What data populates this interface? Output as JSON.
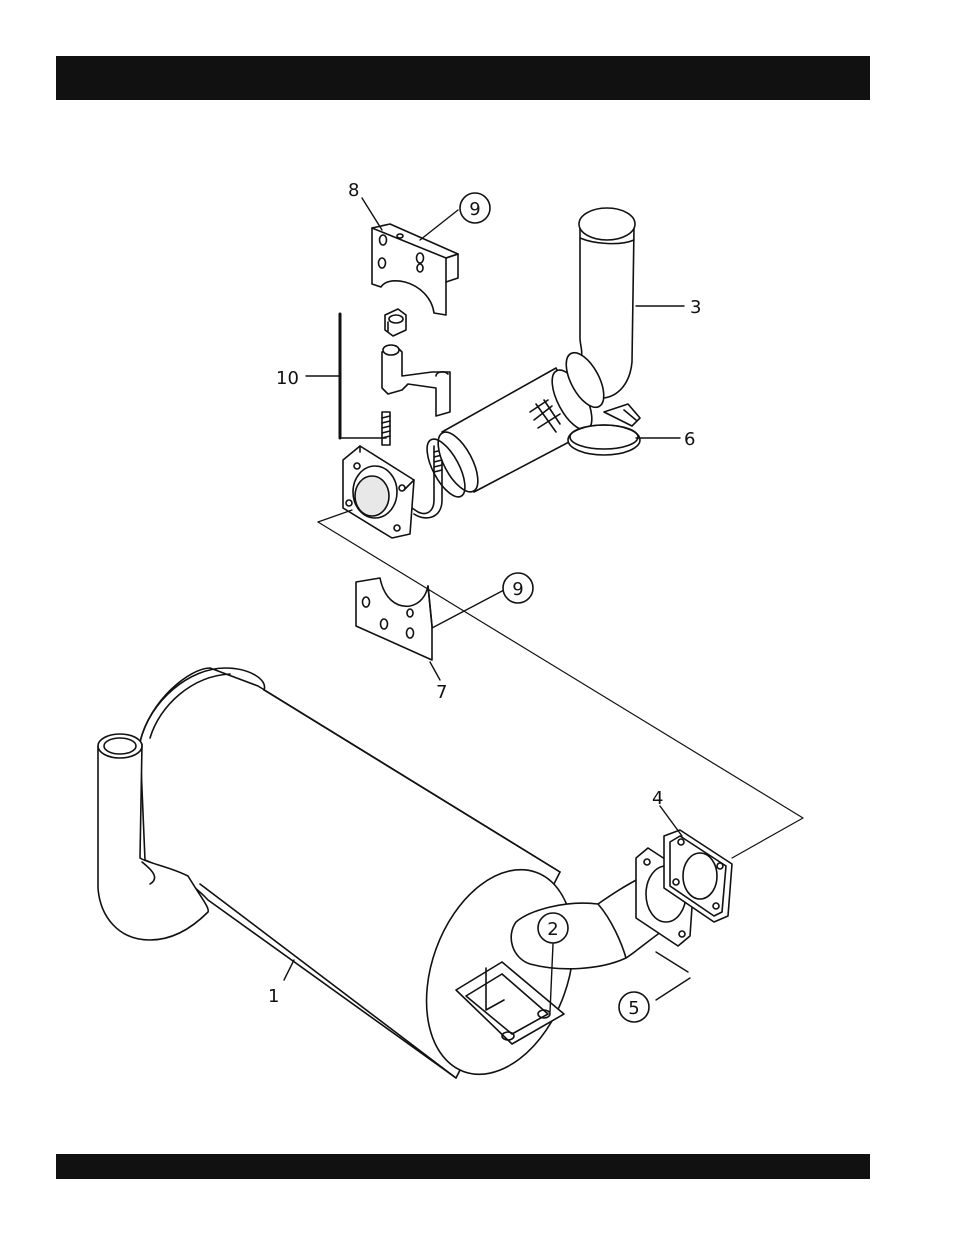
{
  "callouts": {
    "c1": "1",
    "c2": "2",
    "c3": "3",
    "c4": "4",
    "c5": "5",
    "c6": "6",
    "c7": "7",
    "c8": "8",
    "c9a": "9",
    "c9b": "9",
    "c10": "10"
  }
}
